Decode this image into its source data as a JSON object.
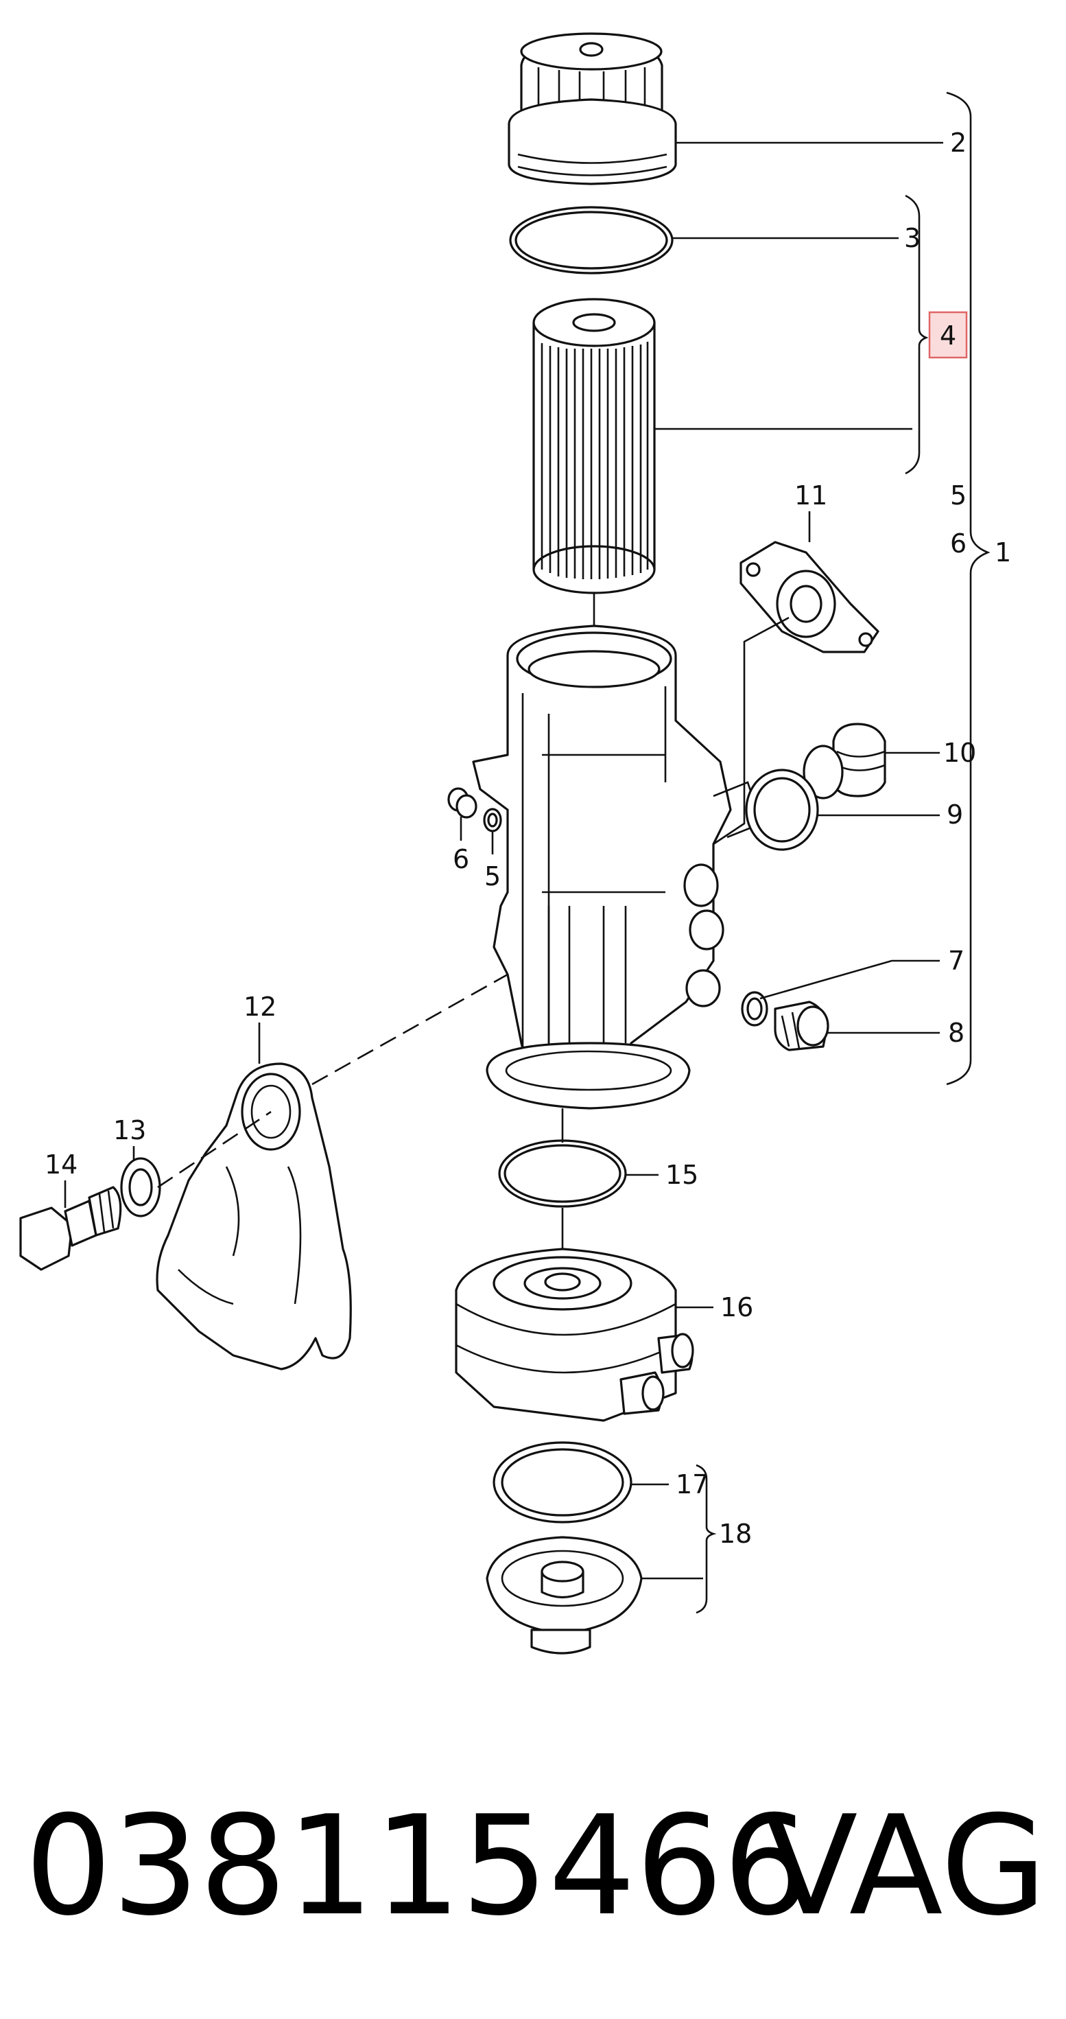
{
  "callouts": {
    "c1": "1",
    "c2": "2",
    "c3": "3",
    "c4": "4",
    "c5a": "5",
    "c6a": "6",
    "c5b": "5",
    "c6b": "6",
    "c7": "7",
    "c8": "8",
    "c9": "9",
    "c10": "10",
    "c11": "11",
    "c12": "12",
    "c13": "13",
    "c14": "14",
    "c15": "15",
    "c16": "16",
    "c17": "17",
    "c18": "18"
  },
  "highlight_color": "#e06666",
  "footer": {
    "part_number": "038115466",
    "brand": "VAG"
  }
}
